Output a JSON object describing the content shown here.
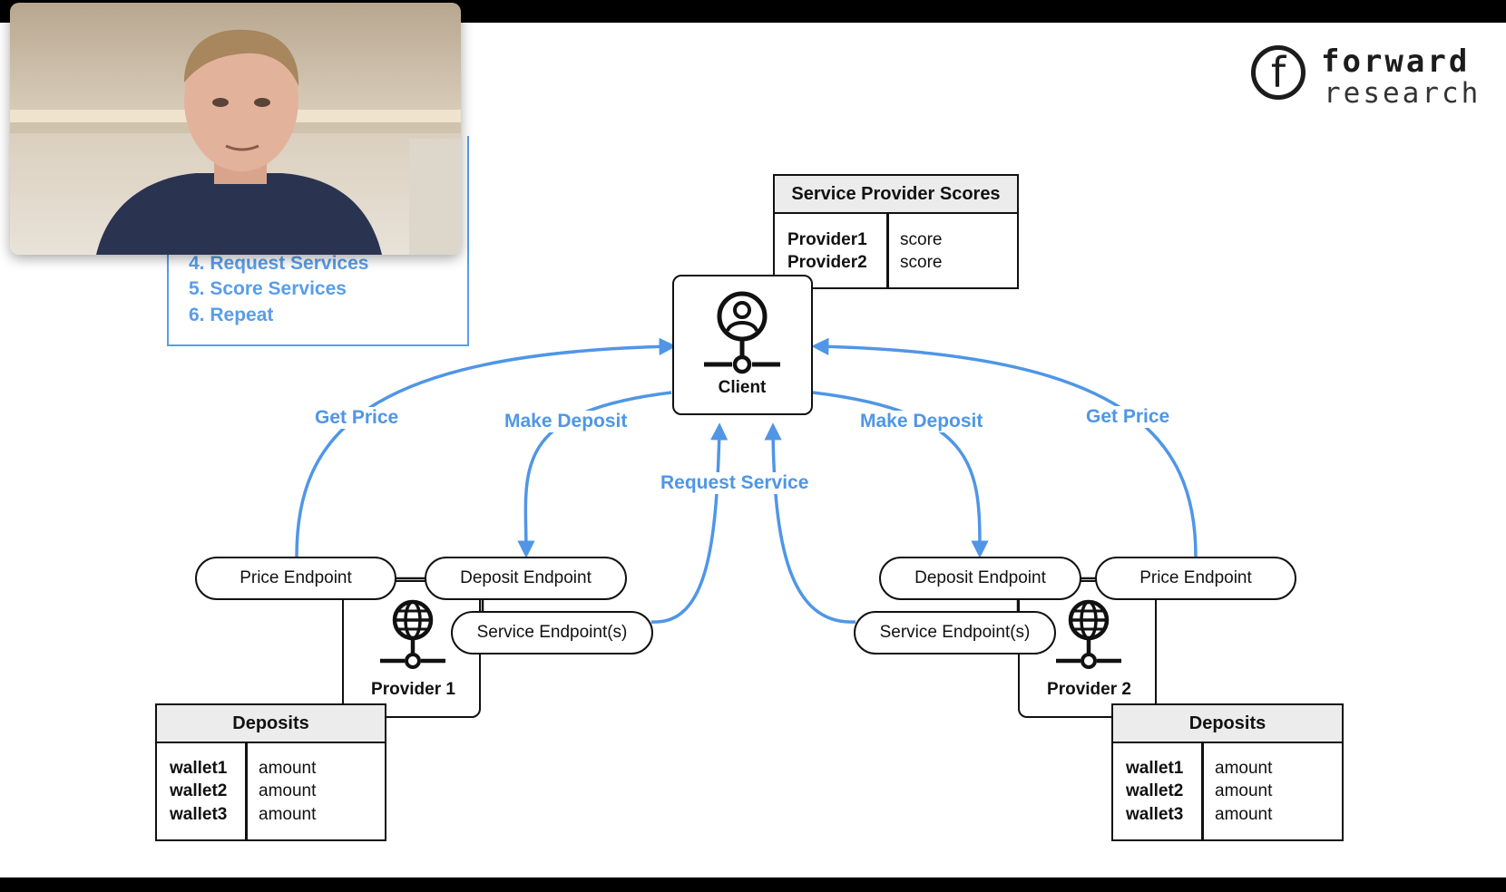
{
  "video": {
    "participant": "presenter-webcam"
  },
  "logo": {
    "mark": "f",
    "word1": "forward",
    "word2": "research"
  },
  "steps": [
    "4. Request Services",
    "5. Score Services",
    "6. Repeat"
  ],
  "scores_table": {
    "title": "Service Provider Scores",
    "rows": [
      [
        "Provider1",
        "score"
      ],
      [
        "Provider2",
        "score"
      ]
    ]
  },
  "client": {
    "label": "Client",
    "icon": "user-network-icon"
  },
  "provider1": {
    "label": "Provider 1",
    "icon": "globe-network-icon",
    "endpoints": {
      "price": "Price Endpoint",
      "deposit": "Deposit Endpoint",
      "service": "Service Endpoint(s)"
    },
    "deposits": {
      "title": "Deposits",
      "rows": [
        [
          "wallet1",
          "amount"
        ],
        [
          "wallet2",
          "amount"
        ],
        [
          "wallet3",
          "amount"
        ]
      ]
    }
  },
  "provider2": {
    "label": "Provider 2",
    "icon": "globe-network-icon",
    "endpoints": {
      "price": "Price Endpoint",
      "deposit": "Deposit Endpoint",
      "service": "Service Endpoint(s)"
    },
    "deposits": {
      "title": "Deposits",
      "rows": [
        [
          "wallet1",
          "amount"
        ],
        [
          "wallet2",
          "amount"
        ],
        [
          "wallet3",
          "amount"
        ]
      ]
    }
  },
  "edges": {
    "get_price_left": "Get Price",
    "make_deposit_left": "Make Deposit",
    "request_service": "Request Service",
    "make_deposit_right": "Make Deposit",
    "get_price_right": "Get Price"
  },
  "colors": {
    "accent": "#4f96e6",
    "ink": "#111111",
    "header": "#ececec"
  }
}
